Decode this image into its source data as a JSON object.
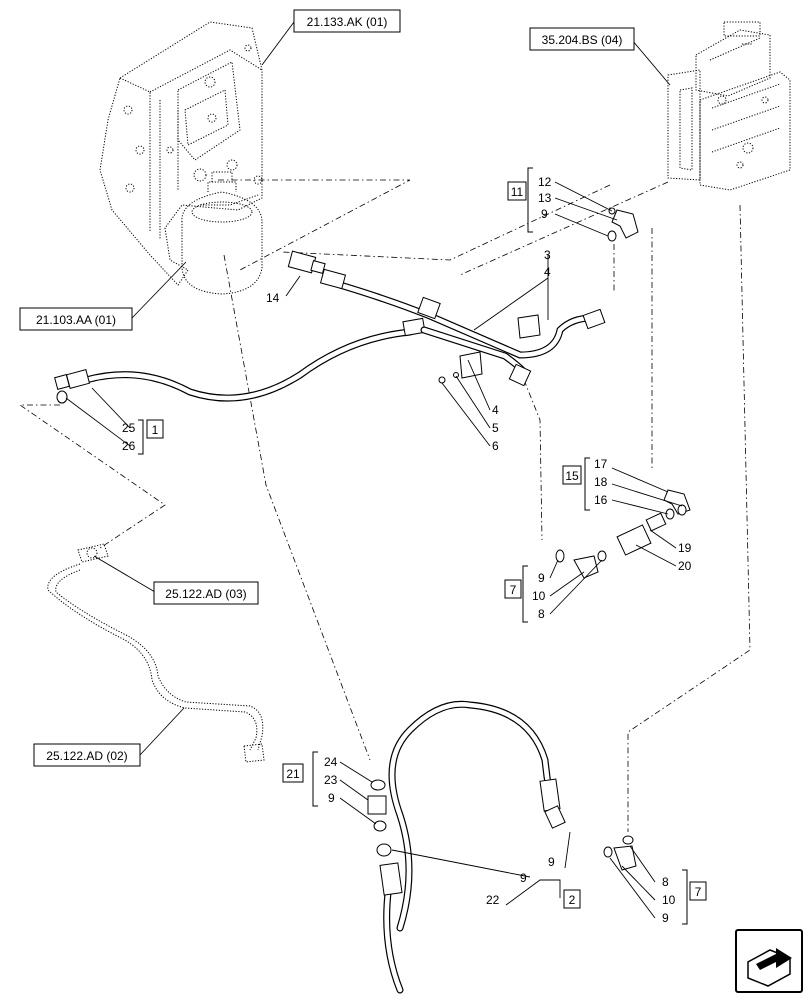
{
  "refs": {
    "r_21133AK": "21.133.AK (01)",
    "r_35204BS": "35.204.BS (04)",
    "r_21103AA": "21.103.AA (01)",
    "r_25122AD03": "25.122.AD (03)",
    "r_25122AD02": "25.122.AD (02)"
  },
  "groups": {
    "g11": "11",
    "g1": "1",
    "g15": "15",
    "g7a": "7",
    "g21": "21",
    "g2": "2",
    "g7b": "7"
  },
  "callouts": {
    "c12": "12",
    "c13": "13",
    "c9a": "9",
    "c3": "3",
    "c4a": "4",
    "c14": "14",
    "c4b": "4",
    "c5": "5",
    "c6": "6",
    "c25": "25",
    "c26": "26",
    "c17": "17",
    "c18": "18",
    "c16": "16",
    "c19": "19",
    "c20": "20",
    "c9b": "9",
    "c10a": "10",
    "c8a": "8",
    "c24": "24",
    "c23": "23",
    "c9c": "9",
    "c9d": "9",
    "c22": "22",
    "c9e": "9",
    "c8b": "8",
    "c10b": "10",
    "c9f": "9"
  },
  "icons": {
    "nav": "next-page-arrow-icon"
  }
}
